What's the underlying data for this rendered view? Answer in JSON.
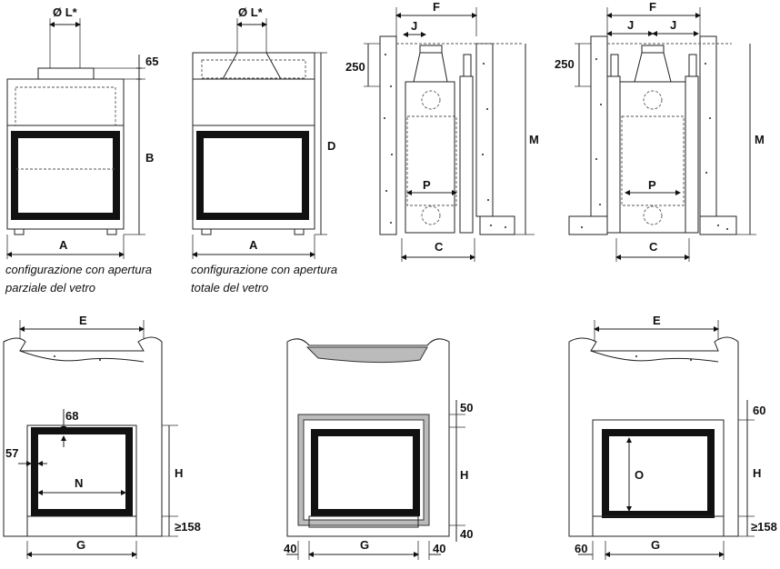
{
  "labels": {
    "phi_l": "Ø L*",
    "a": "A",
    "b": "B",
    "c": "C",
    "d": "D",
    "e": "E",
    "f": "F",
    "g": "G",
    "h": "H",
    "j": "J",
    "m": "M",
    "n": "N",
    "o": "O",
    "p": "P",
    "v65": "65",
    "v250": "250",
    "v68": "68",
    "v57": "57",
    "v158": "≥158",
    "v50": "50",
    "v40": "40",
    "v60": "60"
  },
  "captions": {
    "partial_1": "configurazione con apertura",
    "partial_2": "parziale del vetro",
    "total_1": "configurazione con apertura",
    "total_2": "totale del vetro"
  }
}
